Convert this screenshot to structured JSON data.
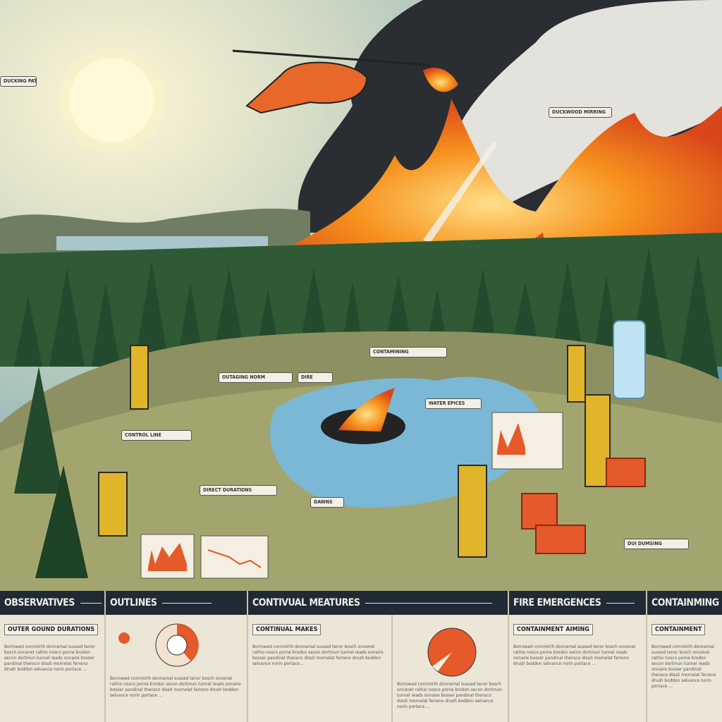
{
  "scene": {
    "callouts": [
      "DUCKWOOD MIRRING",
      "DUCKING PATIENT",
      "CONTAMINING",
      "DIRE",
      "OUTAGING NORM",
      "DAWNS",
      "CONTROL LINE",
      "DIRECT DURATIONS",
      "WATER EPICES",
      "DUI DUMSING"
    ]
  },
  "panel": {
    "headers": [
      "OBSERVATIVES",
      "OUTLINES",
      "CONTIVUAL MEATURES",
      "FIRE EMERGENCES",
      "CONTAINMING"
    ],
    "subheaders": [
      "OUTER GOUND DURATIONS",
      "CONTINUAL MAKES",
      "CONTAINMENT AIMING",
      "CONTAINMENT"
    ],
    "paragraph": "Borrowed cornmirth donnemal sussed tenor bosch oncenet rathio nosco porne brodon secon dortmun tunnel reads onnaire bosser pandinal thensco dissit mornelat ferreno drush boddon selvance norin portace ..."
  },
  "colors": {
    "header_bg": "#1f2a35",
    "panel_bg": "#ece6d6",
    "flame": "#f26a1b",
    "water": "#7bb8d6",
    "forest": "#2f5a35"
  }
}
